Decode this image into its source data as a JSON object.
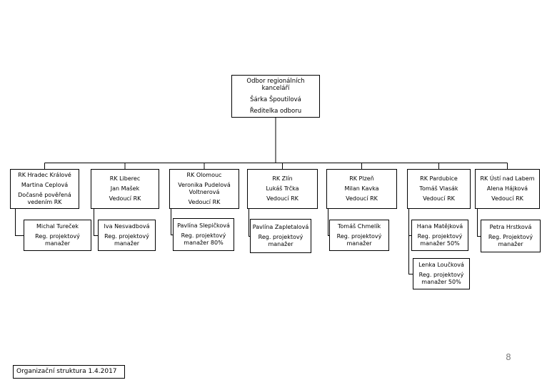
{
  "slide": {
    "footer_label": "Organizační struktura 1.4.2017",
    "page_number": "8"
  },
  "colors": {
    "line": "#000000",
    "box_border": "#000000",
    "page_number_gray": "#808080",
    "background": "#ffffff"
  },
  "org": {
    "root": {
      "title": "Odbor regionálních kanceláří",
      "name": "Šárka Špoutilová",
      "role": "Ředitelka odboru"
    },
    "offices": [
      {
        "title": "RK Hradec Králové",
        "name": "Martina Ceplová",
        "role": "Dočasně pověřená vedením RK",
        "sub": {
          "name": "Michal Tureček",
          "role": "Reg. projektový manažer"
        }
      },
      {
        "title": "RK Liberec",
        "name": "Jan Mašek",
        "role": "Vedoucí RK",
        "sub": {
          "name": "Iva Nesvadbová",
          "role": "Reg. projektový manažer"
        }
      },
      {
        "title": "RK Olomouc",
        "name": "Veronika Pudelová Voltnerová",
        "role": "Vedoucí RK",
        "sub": {
          "name": "Pavlína Slepičková",
          "role": "Reg. projektový manažer 80%"
        }
      },
      {
        "title": "RK Zlín",
        "name": "Lukáš Trčka",
        "role": "Vedoucí RK",
        "sub": {
          "name": "Pavlína Zapletalová",
          "role": "Reg. projektový manažer"
        }
      },
      {
        "title": "RK Plzeň",
        "name": "Milan Kavka",
        "role": "Vedoucí RK",
        "sub": {
          "name": "Tomáš Chmelík",
          "role": "Reg. projektový manažer"
        }
      },
      {
        "title": "RK Pardubice",
        "name": "Tomáš Vlasák",
        "role": "Vedoucí RK",
        "sub": {
          "name": "Hana Matějková",
          "role": "Reg. projektový manažer 50%"
        },
        "sub2": {
          "name": "Lenka Loučková",
          "role": "Reg. projektový manažer 50%"
        }
      },
      {
        "title": "RK Ústí nad Labem",
        "name": "Alena Hájková",
        "role": "Vedoucí RK",
        "sub": {
          "name": "Petra Hrstková",
          "role": "Reg. Projektový manažer"
        }
      }
    ]
  }
}
